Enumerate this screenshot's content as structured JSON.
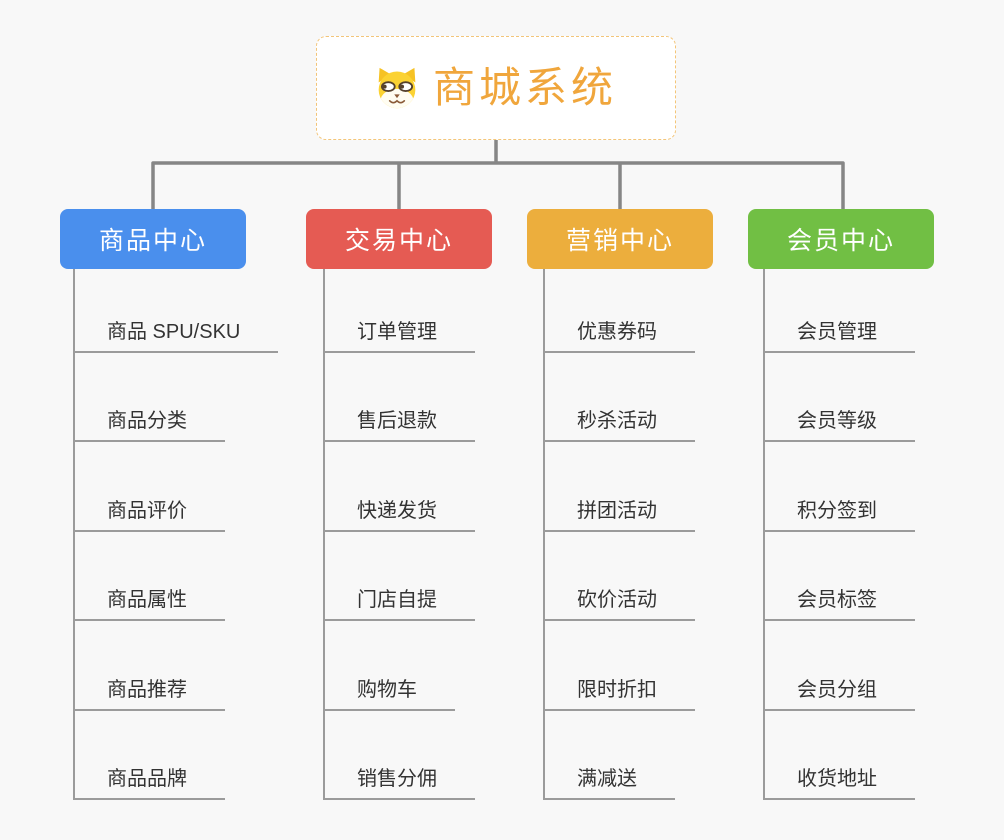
{
  "colors": {
    "bg": "#f8f8f8",
    "line": "#868686",
    "underline": "#9b9b9b",
    "item-text": "#333333",
    "root-border": "#f3c579",
    "root-title": "#f0a63c",
    "node-text": "#ffffff"
  },
  "root": {
    "title": "商城系统",
    "icon": "dog-face-icon"
  },
  "branches": [
    {
      "label": "商品中心",
      "color": "#4a8fed",
      "children": [
        "商品 SPU/SKU",
        "商品分类",
        "商品评价",
        "商品属性",
        "商品推荐",
        "商品品牌"
      ]
    },
    {
      "label": "交易中心",
      "color": "#e55b53",
      "children": [
        "订单管理",
        "售后退款",
        "快递发货",
        "门店自提",
        "购物车",
        "销售分佣"
      ]
    },
    {
      "label": "营销中心",
      "color": "#ecae3d",
      "children": [
        "优惠券码",
        "秒杀活动",
        "拼团活动",
        "砍价活动",
        "限时折扣",
        "满减送"
      ]
    },
    {
      "label": "会员中心",
      "color": "#71bf44",
      "children": [
        "会员管理",
        "会员等级",
        "积分签到",
        "会员标签",
        "会员分组",
        "收货地址"
      ]
    }
  ]
}
